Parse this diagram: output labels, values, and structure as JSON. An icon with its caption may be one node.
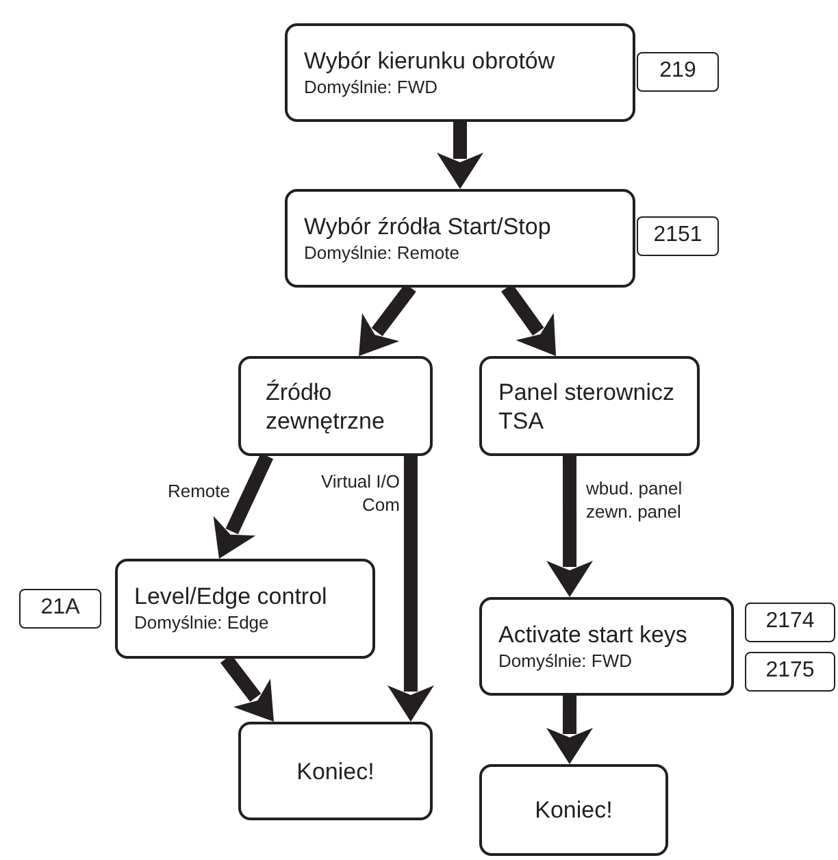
{
  "diagram": {
    "nodes": [
      {
        "text": [
          "Wybór kierunku obrotów",
          "Domyślnie: FWD"
        ],
        "beside": [
          "219"
        ]
      },
      {
        "text": [
          "Wybór źródła Start/Stop",
          "Domyślnie: Remote"
        ],
        "beside": [
          "2151"
        ]
      },
      {
        "text": [
          "Źródło zewnętrzne"
        ]
      },
      {
        "text": [
          "Panel sterownicz TSA"
        ]
      },
      {
        "text": [
          "Level/Edge control",
          "Domyślnie: Edge"
        ],
        "beside": [
          "21A"
        ]
      },
      {
        "text": [
          "Koniec!"
        ]
      },
      {
        "text": [
          "Activate start keys",
          "Domyślnie: FWD"
        ],
        "beside": [
          "2174",
          "2175"
        ]
      },
      {
        "text": [
          "Koniec!"
        ]
      }
    ],
    "edges": [
      {
        "from": 0,
        "to": 1,
        "arrow": "to"
      },
      {
        "from": 1,
        "to": 2,
        "arrow": "to"
      },
      {
        "from": 1,
        "to": 3,
        "arrow": "to"
      },
      {
        "from": 2,
        "to": 4,
        "label": "Remote",
        "arrow": "to"
      },
      {
        "from": 2,
        "to": 5,
        "label": "Virtual I/O Com",
        "arrow": "to"
      },
      {
        "from": 3,
        "to": 6,
        "label": "wbud. panel zewn. panel",
        "arrow": "to"
      },
      {
        "from": 4,
        "to": 5,
        "arrow": "to"
      },
      {
        "from": 6,
        "to": 7,
        "arrow": "to"
      }
    ]
  }
}
